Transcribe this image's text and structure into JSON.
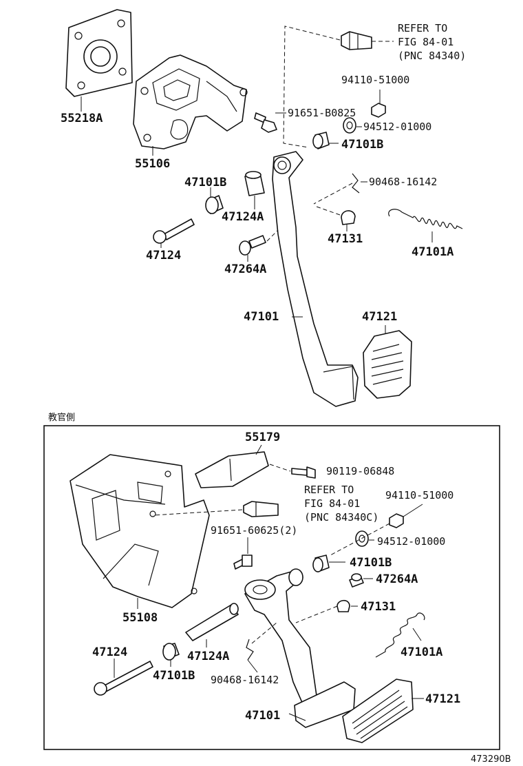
{
  "upper": {
    "refer": {
      "line1": "REFER TO",
      "line2": "FIG 84-01",
      "line3": "(PNC 84340)"
    },
    "labels": {
      "p55218a": "55218A",
      "p55106": "55106",
      "p94110": "94110-51000",
      "p91651": "91651-B0825",
      "p94512": "94512-01000",
      "p47101b_a": "47101B",
      "p47101b_b": "47101B",
      "p90468": "90468-16142",
      "p47124a": "47124A",
      "p47124": "47124",
      "p47131": "47131",
      "p47101a": "47101A",
      "p47264a": "47264A",
      "p47101": "47101",
      "p47121": "47121"
    }
  },
  "lower": {
    "caption": "教官側",
    "refer": {
      "line1": "REFER TO",
      "line2": "FIG 84-01",
      "line3": "(PNC 84340C)"
    },
    "labels": {
      "p55179": "55179",
      "p90119": "90119-06848",
      "p94110": "94110-51000",
      "p91651": "91651-60625(2)",
      "p94512": "94512-01000",
      "p47101b_a": "47101B",
      "p47264a": "47264A",
      "p47131": "47131",
      "p55108": "55108",
      "p47101a": "47101A",
      "p47124": "47124",
      "p47124a": "47124A",
      "p47101b_b": "47101B",
      "p90468": "90468-16142",
      "p47101": "47101",
      "p47121": "47121"
    }
  },
  "figure_id": "473290B"
}
